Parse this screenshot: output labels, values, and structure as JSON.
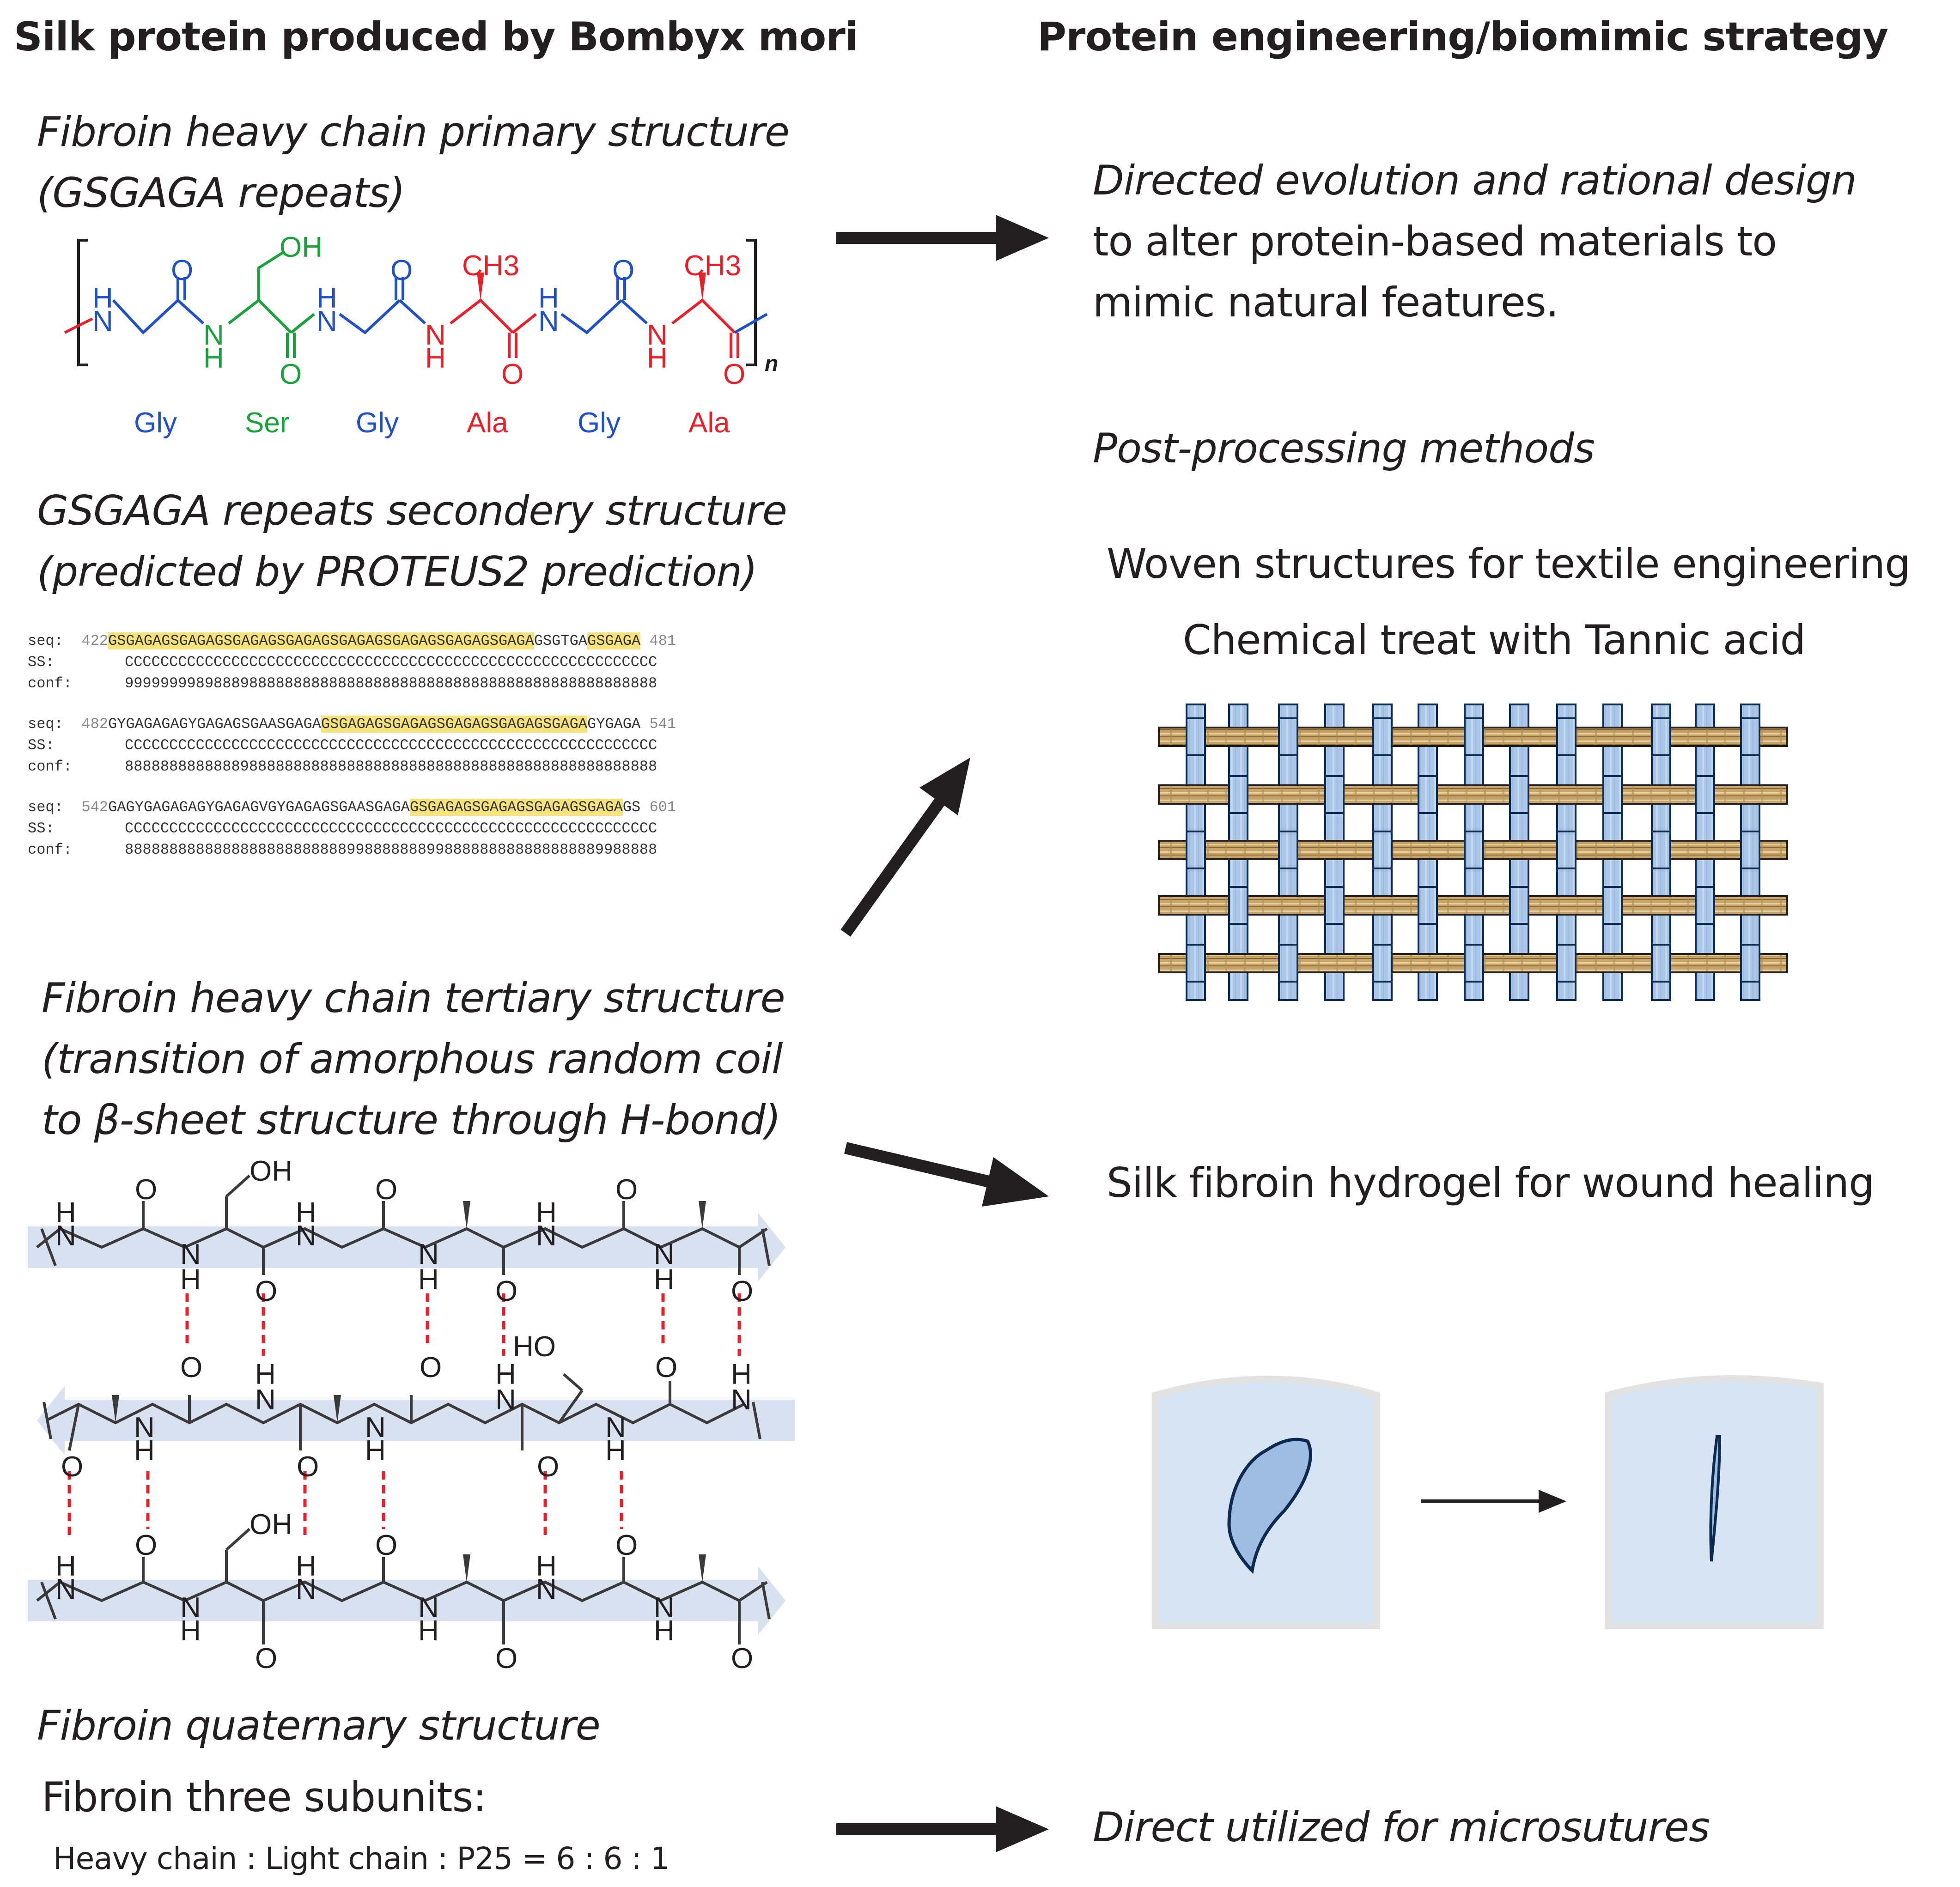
{
  "left_header": "Silk protein produced by Bombyx mori",
  "right_header": "Protein engineering/biomimic strategy",
  "primary": {
    "title_line1": "Fibroin heavy chain primary structure",
    "title_line2": "(GSGAGA repeats)",
    "n_label": "n",
    "residues": [
      {
        "name": "Gly",
        "color": "#1f4fc9"
      },
      {
        "name": "Ser",
        "color": "#1aa23a"
      },
      {
        "name": "Gly",
        "color": "#1f4fc9"
      },
      {
        "name": "Ala",
        "color": "#e8202a"
      },
      {
        "name": "Gly",
        "color": "#1f4fc9"
      },
      {
        "name": "Ala",
        "color": "#e8202a"
      }
    ],
    "atoms": {
      "oh": "OH",
      "ch3": "CH3",
      "o": "O",
      "h": "H",
      "n": "N"
    }
  },
  "secondary": {
    "title_line1": "GSGAGA repeats secondery structure",
    "title_line2": "(predicted by PROTEUS2 prediction)",
    "blocks": [
      {
        "seq_label": "seq:",
        "ss_label": "SS:",
        "conf_label": "conf:",
        "start": "422",
        "end": "481",
        "seq_highlight_1": "GSGAGAGSGAGAGSGAGAGSGAGAGSGAGAGSGAGAGSGAGAGSGAGA",
        "seq_plain": "GSGTGA",
        "seq_highlight_2": "GSGAGA",
        "ss": "CCCCCCCCCCCCCCCCCCCCCCCCCCCCCCCCCCCCCCCCCCCCCCCCCCCCCCCCCCCC",
        "conf": "999999998988898888888888888888888888888888888888888888888888"
      },
      {
        "seq_label": "seq:",
        "ss_label": "SS:",
        "conf_label": "conf:",
        "start": "482",
        "end": "541",
        "seq_plain": "GYGAGAGAGYGAGAGSGAASGAGA",
        "seq_highlight_1": "GSGAGAGSGAGAGSGAGAGSGAGAGSGAGA",
        "seq_plain_2": "GYGAGA",
        "ss": "CCCCCCCCCCCCCCCCCCCCCCCCCCCCCCCCCCCCCCCCCCCCCCCCCCCCCCCCCCCC",
        "conf": "888888888888898888888888888888888888888888888888888888888888"
      },
      {
        "seq_label": "seq:",
        "ss_label": "SS:",
        "conf_label": "conf:",
        "start": "542",
        "end": "601",
        "seq_plain": "GAGYGAGAGAGYGAGAGVGYGAGAGSGAASGAGA",
        "seq_highlight_1": "GSGAGAGSGAGAGSGAGAGSGAGA",
        "seq_plain_2": "GS",
        "ss": "CCCCCCCCCCCCCCCCCCCCCCCCCCCCCCCCCCCCCCCCCCCCCCCCCCCCCCCCCCCC",
        "conf": "888888888888888888888888899888888899888888888888888889988888"
      }
    ]
  },
  "tertiary": {
    "title_line1": "Fibroin heavy chain tertiary structure",
    "title_line2": "(transition of amorphous random coil",
    "title_line3": "to β-sheet structure through H-bond)",
    "atoms": {
      "oh": "OH",
      "ho": "HO",
      "o": "O",
      "h": "H",
      "n": "N"
    }
  },
  "quaternary": {
    "title": "Fibroin quaternary structure",
    "subunits_label": "Fibroin three subunits:",
    "ratio": "Heavy chain : Light chain : P25 = 6 : 6 : 1"
  },
  "strategies": {
    "directed_line1": "Directed evolution and rational design",
    "directed_line2": "to alter protein-based materials to",
    "directed_line3": "mimic natural features.",
    "post_processing": "Post-processing methods",
    "woven": "Woven structures for textile engineering",
    "chemical": "Chemical treat with Tannic acid",
    "hydrogel": "Silk fibroin hydrogel for wound healing",
    "microsutures": "Direct utilized for microsutures"
  },
  "colors": {
    "arrow": "#231f20",
    "hbond": "#e8202a",
    "strand": "#c9d7ea",
    "weft": "#c8a46a",
    "warp": "#a9c5e8",
    "wound_bg": "#d6e4f3",
    "wound_fill": "#9fbde2",
    "wound_stroke": "#0d2a50"
  }
}
